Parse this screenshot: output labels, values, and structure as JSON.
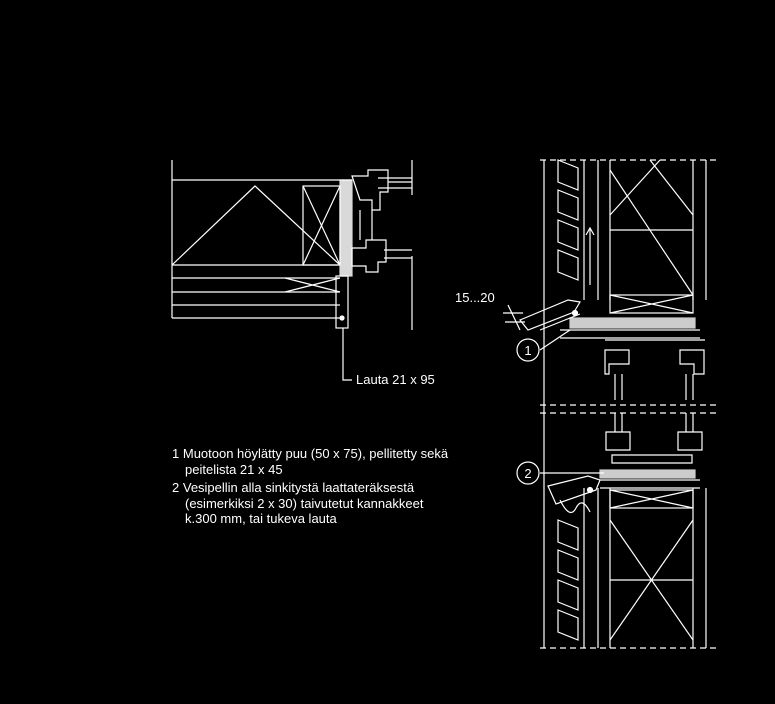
{
  "plan_label": "Lauta 21 x 95",
  "dimension_label": "15...20",
  "callouts": [
    "1",
    "2"
  ],
  "notes": [
    {
      "number": "1",
      "lines": [
        "Muotoon höylätty puu (50 x 75), pellitetty sekä",
        "peitelista 21 x 45"
      ]
    },
    {
      "number": "2",
      "lines": [
        "Vesipellin alla sinkitystä laattateräksestä",
        "(esimerkiksi 2 x 30) taivutetut kannakkeet",
        "k.300 mm, tai tukeva lauta"
      ]
    }
  ],
  "colors": {
    "background": "#000000",
    "linework": "#ffffff"
  }
}
